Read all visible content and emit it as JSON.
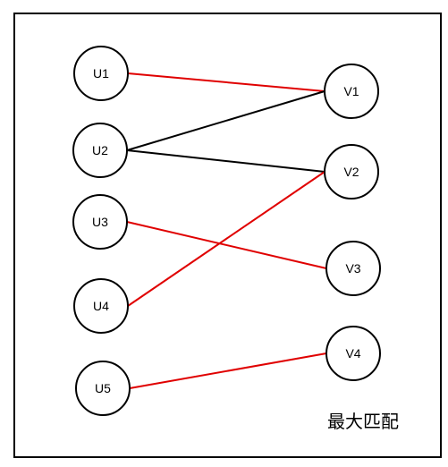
{
  "diagram": {
    "caption": "最大匹配",
    "colors": {
      "matched_edge": "#e00000",
      "unmatched_edge": "#000000",
      "node_stroke": "#000000",
      "node_fill": "#ffffff",
      "frame": "#000000"
    },
    "left_nodes": [
      {
        "id": "U1",
        "label": "U1"
      },
      {
        "id": "U2",
        "label": "U2"
      },
      {
        "id": "U3",
        "label": "U3"
      },
      {
        "id": "U4",
        "label": "U4"
      },
      {
        "id": "U5",
        "label": "U5"
      }
    ],
    "right_nodes": [
      {
        "id": "V1",
        "label": "V1"
      },
      {
        "id": "V2",
        "label": "V2"
      },
      {
        "id": "V3",
        "label": "V3"
      },
      {
        "id": "V4",
        "label": "V4"
      }
    ],
    "edges": [
      {
        "from": "U1",
        "to": "V1",
        "matched": true
      },
      {
        "from": "U2",
        "to": "V1",
        "matched": false
      },
      {
        "from": "U2",
        "to": "V2",
        "matched": false
      },
      {
        "from": "U3",
        "to": "V3",
        "matched": true
      },
      {
        "from": "U4",
        "to": "V2",
        "matched": true
      },
      {
        "from": "U5",
        "to": "V4",
        "matched": true
      }
    ]
  }
}
